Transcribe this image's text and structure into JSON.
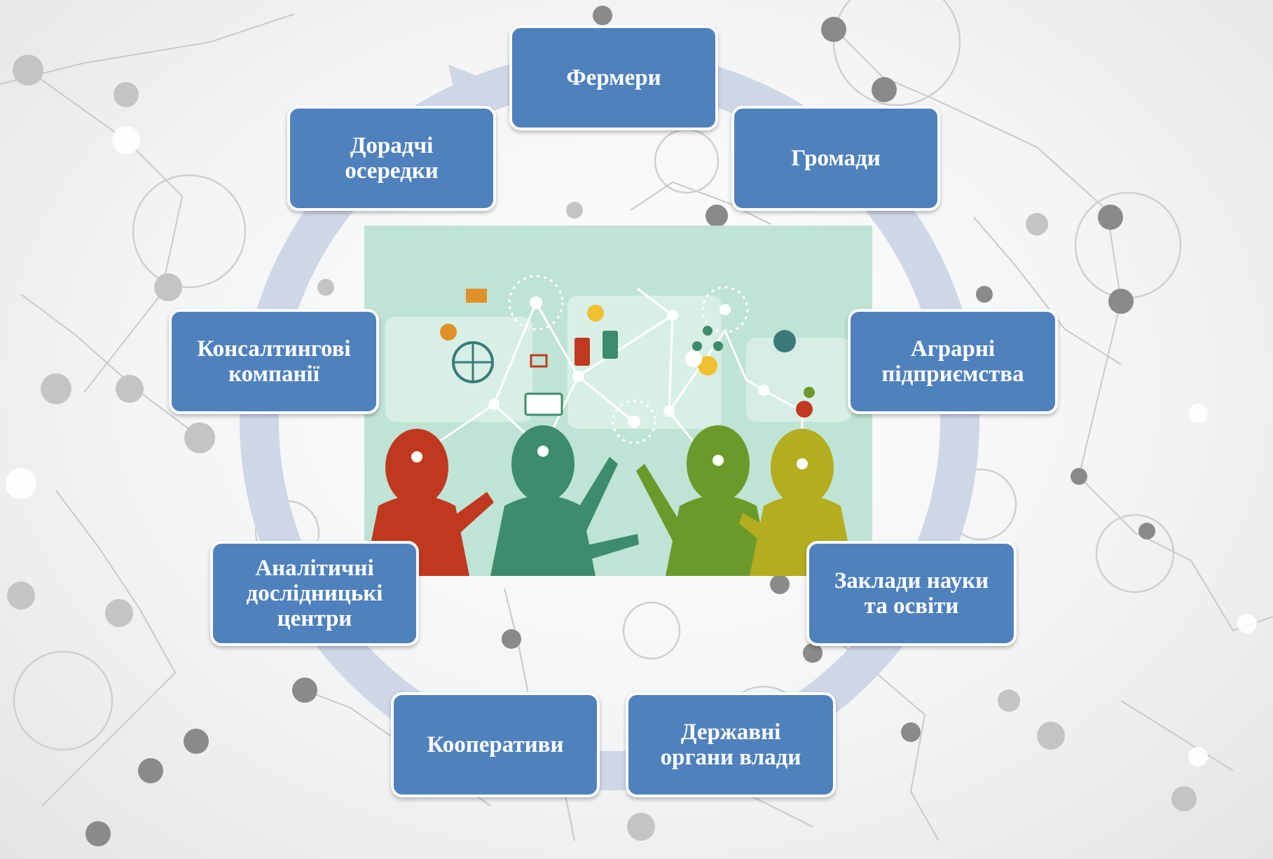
{
  "diagram": {
    "nodes": [
      {
        "id": "farmers",
        "label": "Фермери"
      },
      {
        "id": "communities",
        "label": "Громади"
      },
      {
        "id": "agri-enterprises",
        "label": "Аграрні\nпідприємства"
      },
      {
        "id": "science-education",
        "label": "Заклади науки\nта освіти"
      },
      {
        "id": "state-authorities",
        "label": "Державні\nоргани влади"
      },
      {
        "id": "cooperatives",
        "label": "Кооперативи"
      },
      {
        "id": "research-centers",
        "label": "Аналітичні\nдослідницькі\nцентри"
      },
      {
        "id": "consulting",
        "label": "Консалтингові\nкомпанії"
      },
      {
        "id": "advisory",
        "label": "Дорадчі\nосередки"
      }
    ],
    "colors": {
      "box": "#4f81bd",
      "ring": "#cfd6e6",
      "illustration_bg": "#bfe3d4",
      "person_red": "#c0391f",
      "person_teal": "#3d8c6b",
      "person_green": "#6b9a2a",
      "person_olive": "#b3ad1f"
    },
    "center_image": "people-networking-illustration"
  }
}
